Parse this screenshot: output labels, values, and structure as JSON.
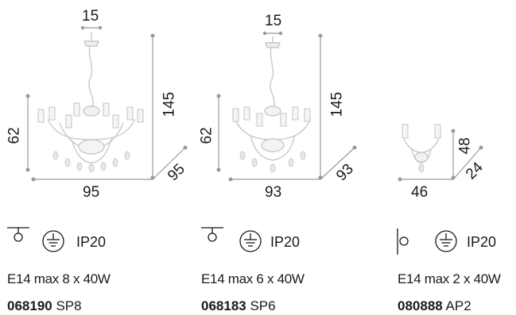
{
  "products": [
    {
      "dims": {
        "top": "15",
        "height": "145",
        "body": "62",
        "width": "95",
        "depth": "95"
      },
      "ip": "IP20",
      "spec": "E14 max 8 x 40W",
      "code": "068190",
      "model": "SP8"
    },
    {
      "dims": {
        "top": "15",
        "height": "145",
        "body": "62",
        "width": "93",
        "depth": "93"
      },
      "ip": "IP20",
      "spec": "E14 max 6 x 40W",
      "code": "068183",
      "model": "SP6"
    },
    {
      "dims": {
        "height": "48",
        "width": "46",
        "depth": "24"
      },
      "ip": "IP20",
      "spec": "E14 max 2 x 40W",
      "code": "080888",
      "model": "AP2"
    }
  ]
}
